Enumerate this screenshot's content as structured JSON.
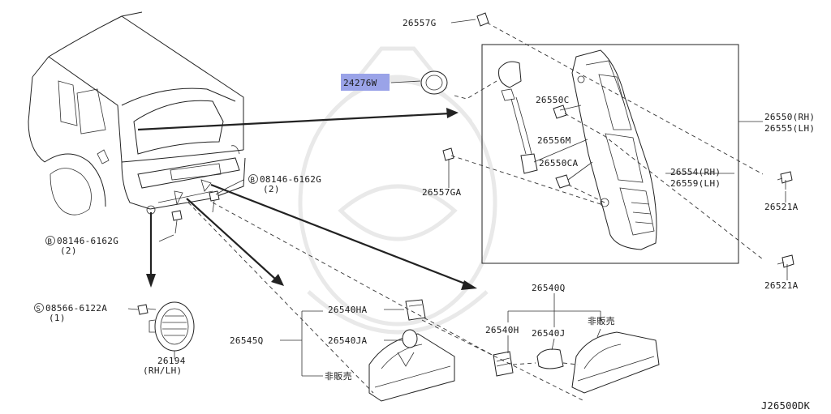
{
  "diagram_id": "J26500DK",
  "highlight_color": "#9aa3e8",
  "labels": {
    "p26557G": "26557G",
    "p24276W": "24276W",
    "p26550C": "26550C",
    "p26556M": "26556M",
    "p26550CA": "26550CA",
    "p26557GA": "26557GA",
    "p26550RH": "26550(RH)",
    "p26555LH": "26555(LH)",
    "p26554RH": "26554(RH)",
    "p26559LH": "26559(LH)",
    "p26521A_1": "26521A",
    "p26521A_2": "26521A",
    "bolt_top_no": "08146-6162G",
    "bolt_top_qty": "(2)",
    "bolt_left_no": "08146-6162G",
    "bolt_left_qty": "(2)",
    "screw_no": "08566-6122A",
    "screw_qty": "(1)",
    "p26194": "26194",
    "p26194_side": "(RH/LH)",
    "p26540HA": "26540HA",
    "p26545Q": "26545Q",
    "p26540JA": "26540JA",
    "not_sold_1": "非販売",
    "p26540Q": "26540Q",
    "p26540H": "26540H",
    "p26540J": "26540J",
    "not_sold_2": "非販売"
  },
  "markers": {
    "bolt_symbol": "B",
    "screw_symbol": "S"
  }
}
